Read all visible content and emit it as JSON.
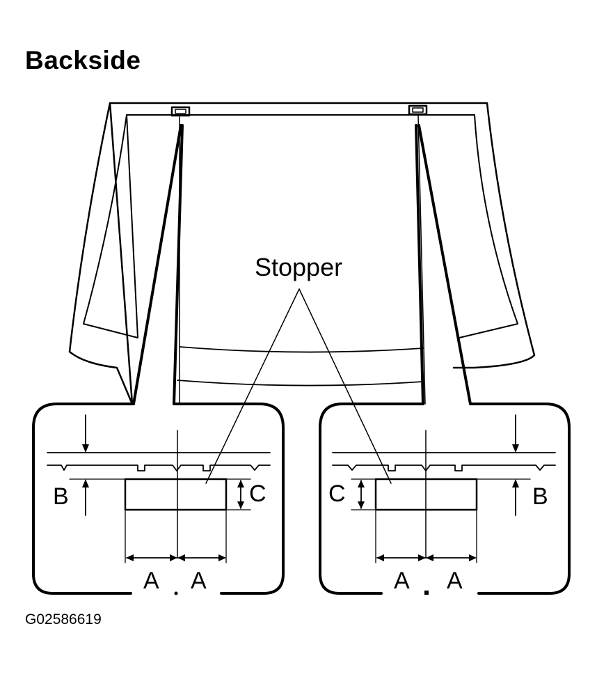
{
  "title": "Backside",
  "callout": "Stopper",
  "labels": {
    "a": "A",
    "b": "B",
    "c": "C"
  },
  "figure_id": "G02586619"
}
